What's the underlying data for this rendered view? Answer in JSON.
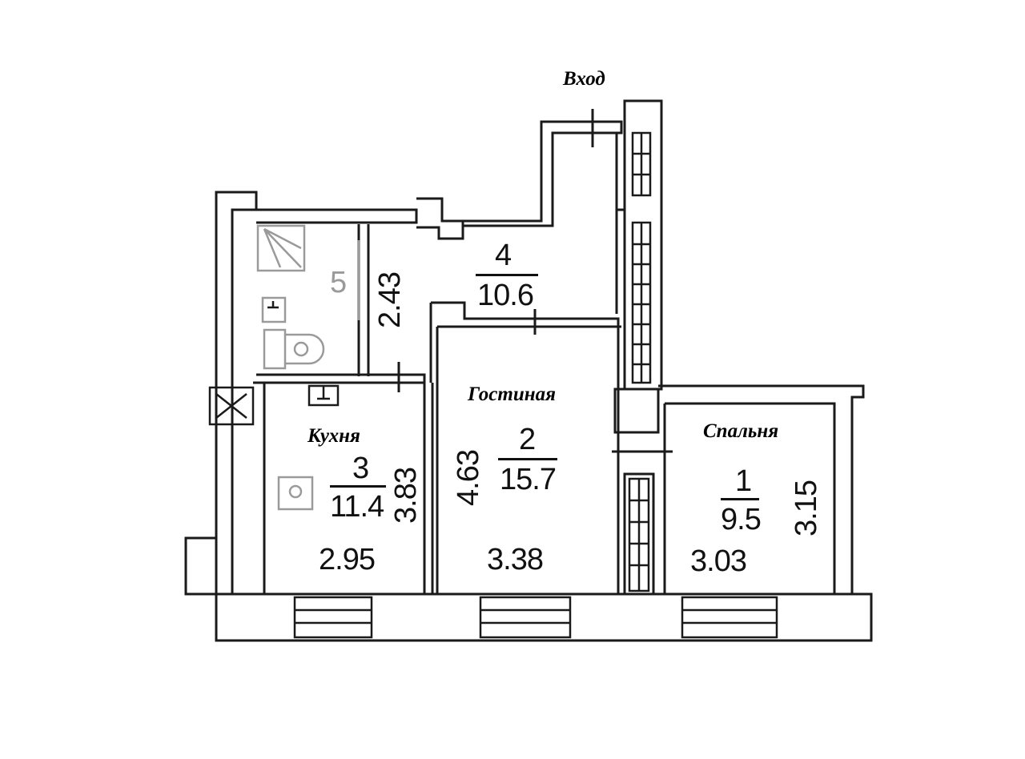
{
  "entrance": {
    "label": "Вход"
  },
  "rooms": [
    {
      "id": "1",
      "name": "Спальня",
      "number": "1",
      "area": "9.5",
      "width": "3.03",
      "length": "3.15"
    },
    {
      "id": "2",
      "name": "Гостиная",
      "number": "2",
      "area": "15.7",
      "width": "3.38",
      "length": "4.63"
    },
    {
      "id": "3",
      "name": "Кухня",
      "number": "3",
      "area": "11.4",
      "width": "2.95",
      "length": "3.83"
    },
    {
      "id": "4",
      "name": "",
      "number": "4",
      "area": "10.6"
    },
    {
      "id": "5",
      "name": "",
      "number": "5",
      "length": "2.43"
    }
  ],
  "colors": {
    "wall": "#1a1a1a",
    "fixture": "#9a9a9a",
    "background": "#ffffff"
  }
}
